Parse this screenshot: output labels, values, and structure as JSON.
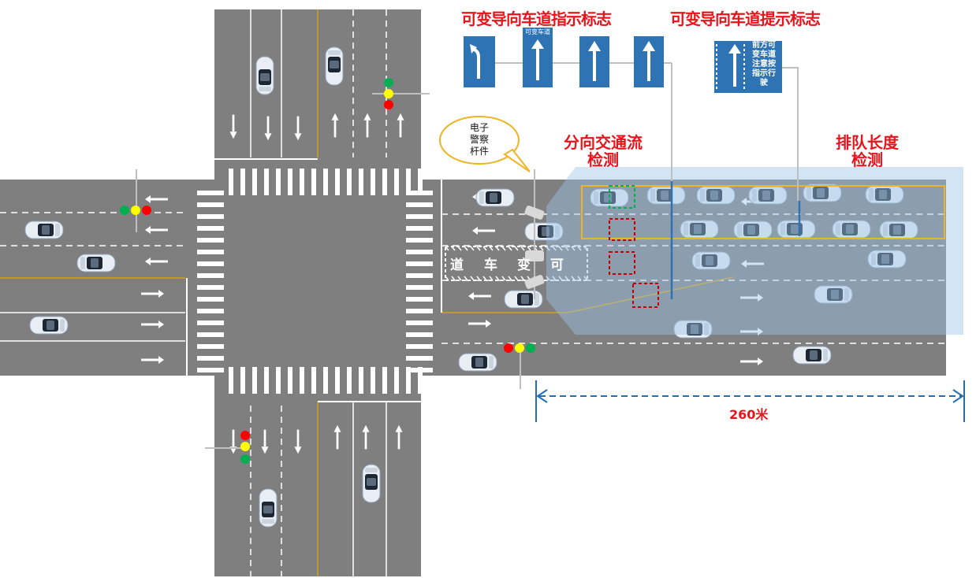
{
  "titles": {
    "indicator_sign": "可变导向车道指示标志",
    "notice_sign": "可变导向车道提示标志",
    "direction_detection": "分向交通流\n检测",
    "queue_detection": "排队长度\n检测"
  },
  "bubble": {
    "text": "电子\n警察\n杆件"
  },
  "signs": {
    "variable_lane_label": "可变车道",
    "notice_text": "前方可\n变车道\n注意按\n指示行\n驶"
  },
  "variable_lane_text": [
    "道",
    "车",
    "变",
    "可"
  ],
  "distance": {
    "label": "260米"
  },
  "colors": {
    "road": "#7f7f7f",
    "sign_blue": "#2e74b5",
    "title_red": "#e8141b",
    "detect_zone": "#9dc3e6",
    "queue_box": "#f0b323",
    "check_box": "#c00000",
    "light_red": "#ff0000",
    "light_yellow": "#ffff00",
    "light_green": "#00b050"
  }
}
